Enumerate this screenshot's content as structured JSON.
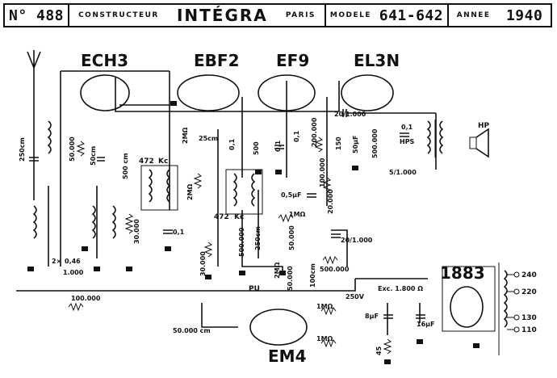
{
  "header": {
    "number": "N° 488",
    "constructeur_label": "CONSTRUCTEUR",
    "brand": "INTÉGRA",
    "city": "PARIS",
    "modele_label": "MODELE",
    "modele": "641-642",
    "annee_label": "ANNEE",
    "annee": "1940"
  },
  "tubes": {
    "ech3": "ECH3",
    "ebf2": "EBF2",
    "ef9": "EF9",
    "el3n": "EL3N",
    "em4": "EM4",
    "rect": "1883"
  },
  "labels": {
    "c250cm": "250cm",
    "r50000": "50.000",
    "c50cm": "50cm",
    "c500cm": "500 cm",
    "kc472a": "472",
    "kc_a": "Kc",
    "r2mo_a": "2MΩ",
    "c25cm": "25cm",
    "c01a": "0,1",
    "r500": "500",
    "c01b": "0,1",
    "c01c": "0,1",
    "r200000": "200.000",
    "c20_1000": "20/1.000",
    "r150": "150",
    "c50uf": "50μF",
    "r500000a": "500.000",
    "c01d": "0,1",
    "hps": "HPS",
    "hp": "HP",
    "t5_1000": "5/1.000",
    "r2mo_b": "2MΩ",
    "c05uf": "0,5μF",
    "r100000": "100.000",
    "r20000": "20.000",
    "kc472b": "472",
    "kc_b": "Kc",
    "r1mo": "1MΩ",
    "c01e": "0,1",
    "c20_1000b": "20/1.000",
    "r500000b": "500.000",
    "c250cm_b": "250cm",
    "r50000b": "50.000",
    "r30000": "30.000",
    "r30000b": "30.000",
    "c2x": "2×",
    "c046": "0,46",
    "c1000": "1.000",
    "r2mo_c": "2MΩ",
    "r50000c": "50.000",
    "pu": "PU",
    "c100cm": "100cm",
    "r500000c": "500.000",
    "v250": "250V",
    "exc": "Exc. 1.800 Ω",
    "r100000b": "100.000",
    "c8uf": "8μF",
    "c16uf": "16μF",
    "r1mo_b": "1MΩ",
    "r1mo_c": "1MΩ",
    "c50000cm": "50.000 cm",
    "r45": "45",
    "v240": "240",
    "v220": "220",
    "v130": "130",
    "v110": "110"
  }
}
